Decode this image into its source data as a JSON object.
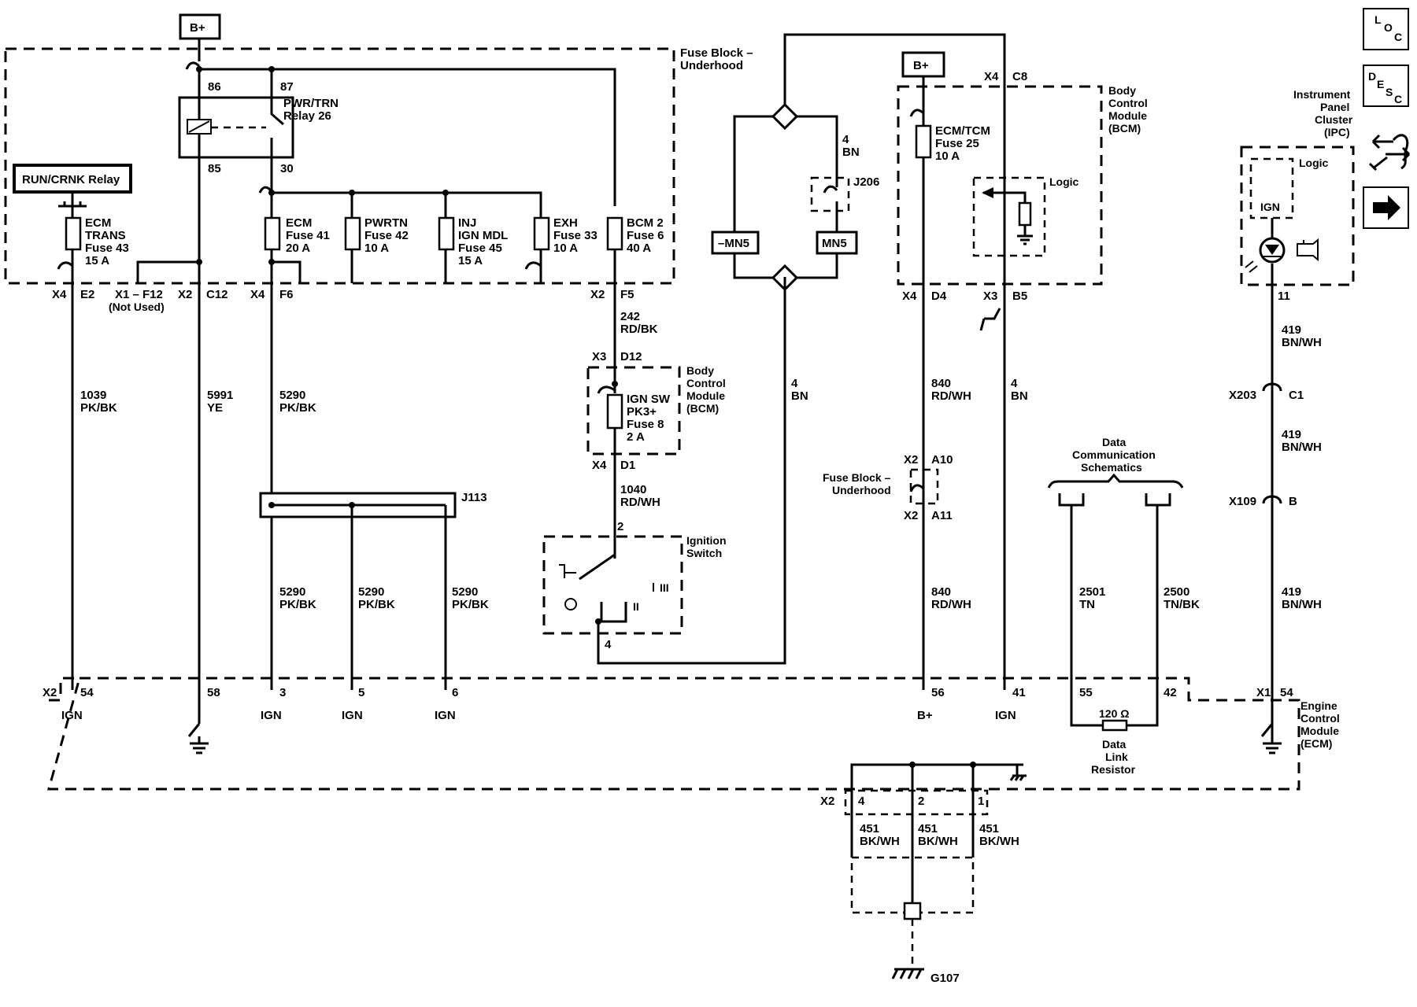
{
  "power": {
    "b_plus": "B+"
  },
  "fuse_block": {
    "title_line1": "Fuse Block –",
    "title_line2": "Underhood",
    "relay": {
      "pin86": "86",
      "pin87": "87",
      "pin85": "85",
      "pin30": "30",
      "name_line1": "PWR/TRN",
      "name_line2": "Relay 26"
    },
    "run_crnk_relay": "RUN/CRNK Relay",
    "fuses": [
      {
        "l1": "ECM",
        "l2": "TRANS",
        "l3": "Fuse 43",
        "l4": "15 A"
      },
      {
        "l1": "ECM",
        "l2": "Fuse 41",
        "l3": "20 A"
      },
      {
        "l1": "PWRTN",
        "l2": "Fuse 42",
        "l3": "10 A"
      },
      {
        "l1": "INJ",
        "l2": "IGN MDL",
        "l3": "Fuse 45",
        "l4": "15 A"
      },
      {
        "l1": "EXH",
        "l2": "Fuse 33",
        "l3": "10 A"
      },
      {
        "l1": "BCM 2",
        "l2": "Fuse 6",
        "l3": "40 A"
      }
    ],
    "connectors": {
      "x4": "X4",
      "e2": "E2",
      "x1": "X1 – F12",
      "not_used": "(Not Used)",
      "x2": "X2",
      "c12": "C12",
      "x4b": "X4",
      "f6": "F6",
      "x2b": "X2",
      "f5": "F5"
    }
  },
  "wires": {
    "w1039": {
      "num": "1039",
      "color": "PK/BK"
    },
    "w5991": {
      "num": "5991",
      "color": "YE"
    },
    "w5290": {
      "num": "5290",
      "color": "PK/BK"
    },
    "w242": {
      "num": "242",
      "color": "RD/BK"
    },
    "w1040": {
      "num": "1040",
      "color": "RD/WH"
    },
    "w4bn": {
      "num": "4",
      "color": "BN"
    },
    "w840": {
      "num": "840",
      "color": "RD/WH"
    },
    "w2501": {
      "num": "2501",
      "color": "TN"
    },
    "w2500": {
      "num": "2500",
      "color": "TN/BK"
    },
    "w419": {
      "num": "419",
      "color": "BN/WH"
    },
    "w451": {
      "num": "451",
      "color": "BK/WH"
    }
  },
  "bcm_small": {
    "x3": "X3",
    "d12": "D12",
    "x4": "X4",
    "d1": "D1",
    "label_line1": "Body",
    "label_line2": "Control",
    "label_line3": "Module",
    "label_line4": "(BCM)",
    "fuse_line1": "IGN SW",
    "fuse_line2": "PK3+",
    "fuse_line3": "Fuse 8",
    "fuse_line4": "2 A"
  },
  "splice": {
    "j113": "J113",
    "j206": "J206",
    "mn5_neg": "–MN5",
    "mn5": "MN5"
  },
  "ignition_switch": {
    "line1": "Ignition",
    "line2": "Switch",
    "pin2": "2",
    "pin4": "4",
    "pos_ii": "II",
    "pos_iii": "III"
  },
  "bcm_right": {
    "x4": "X4",
    "c8": "C8",
    "label_line1": "Body",
    "label_line2": "Control",
    "label_line3": "Module",
    "label_line4": "(BCM)",
    "fuse_line1": "ECM/TCM",
    "fuse_line2": "Fuse 25",
    "fuse_line3": "10 A",
    "logic": "Logic",
    "x4b": "X4",
    "d4": "D4",
    "x3": "X3",
    "b5": "B5"
  },
  "fuse_block_mid": {
    "line1": "Fuse Block –",
    "line2": "Underhood",
    "x2a": "X2",
    "a10": "A10",
    "x2b": "X2",
    "a11": "A11"
  },
  "data_comm": {
    "line1": "Data",
    "line2": "Communication",
    "line3": "Schematics"
  },
  "ipc": {
    "line1": "Instrument",
    "line2": "Panel",
    "line3": "Cluster",
    "line4": "(IPC)",
    "logic": "Logic",
    "ign": "IGN",
    "pin11": "11",
    "x203": "X203",
    "c1": "C1",
    "x109": "X109",
    "b": "B"
  },
  "ecm": {
    "x2": "X2",
    "x1": "X1",
    "pins": [
      "54",
      "58",
      "3",
      "5",
      "6",
      "56",
      "41",
      "55",
      "42",
      "54"
    ],
    "ign": "IGN",
    "bplus": "B+",
    "line1": "Engine",
    "line2": "Control",
    "line3": "Module",
    "line4": "(ECM)",
    "resistor_value": "120 Ω",
    "res_line1": "Data",
    "res_line2": "Link",
    "res_line3": "Resistor"
  },
  "ground": {
    "x2": "X2",
    "pins": [
      "4",
      "2",
      "1"
    ],
    "g107": "G107"
  },
  "nav": {
    "loc": [
      "L",
      "O",
      "C"
    ],
    "desc": [
      "D",
      "E",
      "S",
      "C"
    ]
  }
}
